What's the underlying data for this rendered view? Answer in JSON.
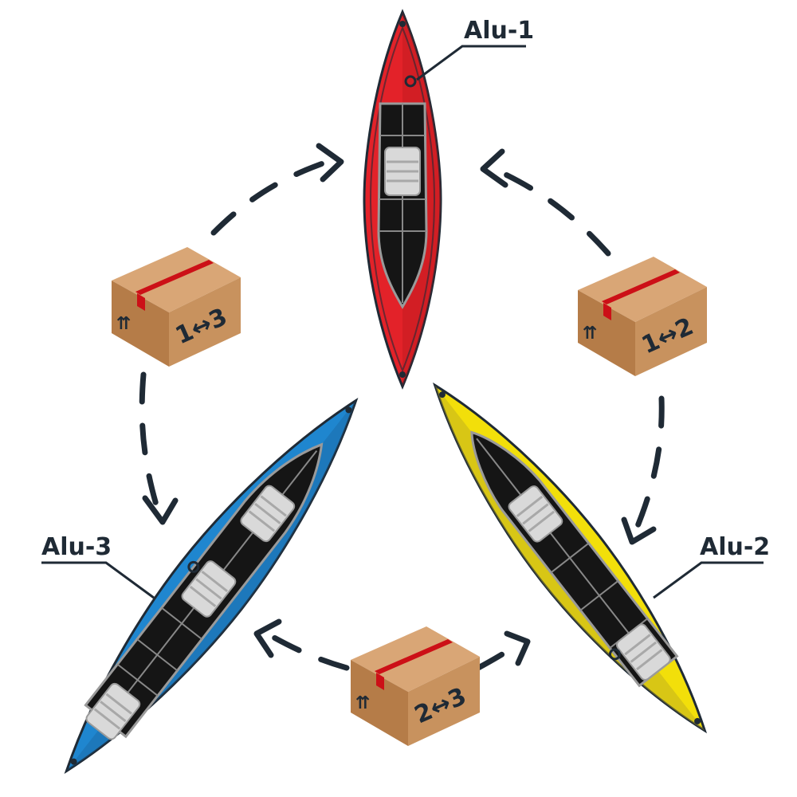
{
  "kayaks": [
    {
      "id": "alu1",
      "label": "Alu-1",
      "color": "#e32229",
      "color_dark": "#b3161d"
    },
    {
      "id": "alu2",
      "label": "Alu-2",
      "color": "#f2df0a",
      "color_dark": "#b9a823"
    },
    {
      "id": "alu3",
      "label": "Alu-3",
      "color": "#1f86cf",
      "color_dark": "#1b5f95"
    }
  ],
  "boxes": [
    {
      "id": "box13",
      "label": "1↔3",
      "mark": "⇈"
    },
    {
      "id": "box12",
      "label": "1↔2",
      "mark": "⇈"
    },
    {
      "id": "box23",
      "label": "2↔3",
      "mark": "⇈"
    }
  ],
  "colors": {
    "box_front": "#c8925e",
    "box_side": "#b57c48",
    "box_top": "#d9a676",
    "tape": "#cc1017",
    "ink": "#1f2a35",
    "deck": "#151515",
    "seat": "#d8d8d8"
  }
}
